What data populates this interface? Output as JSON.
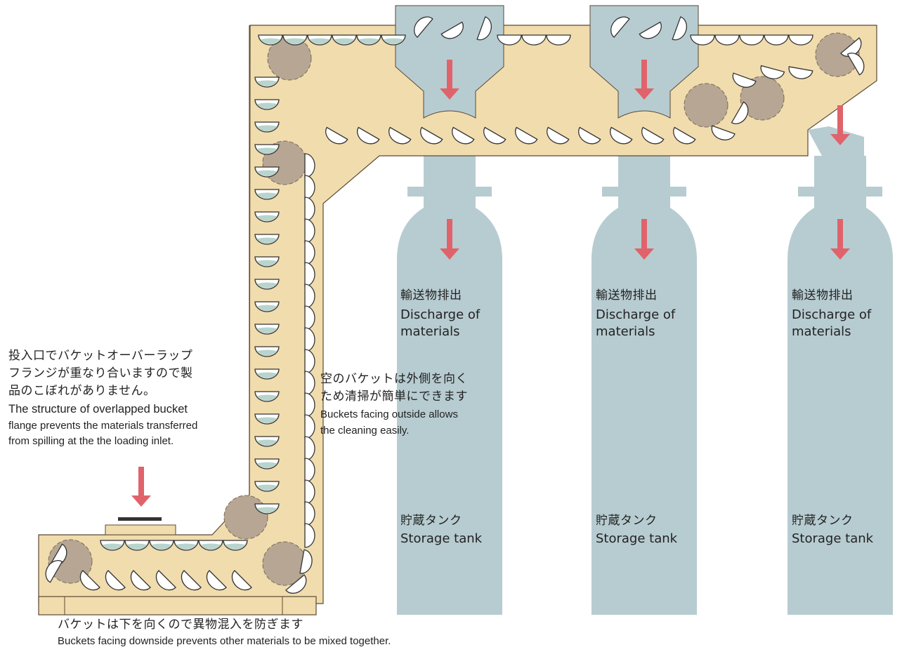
{
  "colors": {
    "conveyor_fill": "#f1dcae",
    "conveyor_stroke": "#5a4a32",
    "tank_fill": "#b7ccd1",
    "material_fill": "#b9d4cc",
    "sprocket_fill": "#b6a693",
    "arrow": "#e0636b",
    "bucket_fill": "#ffffff"
  },
  "inlet_note": {
    "jp_line1": "投入口でバケットオーバーラップ",
    "jp_line2": "フランジが重なり合いますので製",
    "jp_line3": "品のこぼれがありません。",
    "en_line1": "The structure of overlapped bucket",
    "en_line2": "flange prevents the materials transferred",
    "en_line3": "from spilling at the the loading inlet."
  },
  "empty_note": {
    "jp_line1": "空のバケットは外側を向く",
    "jp_line2": "ため清掃が簡単にできます",
    "en_line1": "Buckets facing outside allows",
    "en_line2": "the cleaning easily."
  },
  "bottom_note": {
    "jp": "バケットは下を向くので異物混入を防ぎます",
    "en": "Buckets facing downside prevents other materials to be mixed together."
  },
  "tanks": [
    {
      "discharge_jp": "輸送物排出",
      "discharge_en_1": "Discharge of",
      "discharge_en_2": "materials",
      "storage_jp": "貯蔵タンク",
      "storage_en": "Storage tank"
    },
    {
      "discharge_jp": "輸送物排出",
      "discharge_en_1": "Discharge of",
      "discharge_en_2": "materials",
      "storage_jp": "貯蔵タンク",
      "storage_en": "Storage tank"
    },
    {
      "discharge_jp": "輸送物排出",
      "discharge_en_1": "Discharge of",
      "discharge_en_2": "materials",
      "storage_jp": "貯蔵タンク",
      "storage_en": "Storage tank"
    }
  ]
}
